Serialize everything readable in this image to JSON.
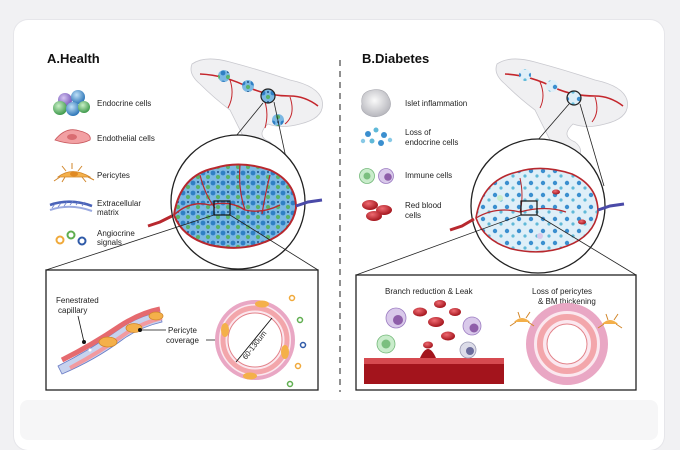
{
  "panels": {
    "health": {
      "title": "A.Health",
      "legend": [
        {
          "label_lines": [
            "Endocrine cells"
          ],
          "icon": "endocrine-cells-icon"
        },
        {
          "label_lines": [
            "Endothelial cells"
          ],
          "icon": "endothelial-cell-icon"
        },
        {
          "label_lines": [
            "Pericytes"
          ],
          "icon": "pericyte-icon"
        },
        {
          "label_lines": [
            "Extracellular",
            "matrix"
          ],
          "icon": "extracellular-matrix-icon"
        },
        {
          "label_lines": [
            "Angiocrine",
            "signals"
          ],
          "icon": "angiocrine-signals-icon"
        }
      ],
      "detail": {
        "fenestrated_lines": [
          "Fenestrated",
          "capillary"
        ],
        "pericyte_lines": [
          "Pericyte",
          "coverage"
        ],
        "diameter": "60-130um"
      }
    },
    "diabetes": {
      "title": "B.Diabetes",
      "legend": [
        {
          "label_lines": [
            "Islet inflammation"
          ],
          "icon": "islet-inflammation-icon"
        },
        {
          "label_lines": [
            "Loss of",
            "endocrine cells"
          ],
          "icon": "endocrine-loss-icon"
        },
        {
          "label_lines": [
            "Immune cells"
          ],
          "icon": "immune-cells-icon"
        },
        {
          "label_lines": [
            "Red blood",
            "cells"
          ],
          "icon": "red-blood-cells-icon"
        }
      ],
      "detail": {
        "branch_title": "Branch reduction & Leak",
        "pericyte_loss_lines": [
          "Loss of pericytes",
          "& BM thickening"
        ]
      }
    }
  },
  "colors": {
    "endocrine_blue": "#3b6fb0",
    "endocrine_green": "#63b86c",
    "vessel_red": "#b8282e",
    "vessel_blue": "#4a4aa8",
    "pericyte_orange": "#f0a640",
    "bm_pink": "#e9a7c4"
  }
}
